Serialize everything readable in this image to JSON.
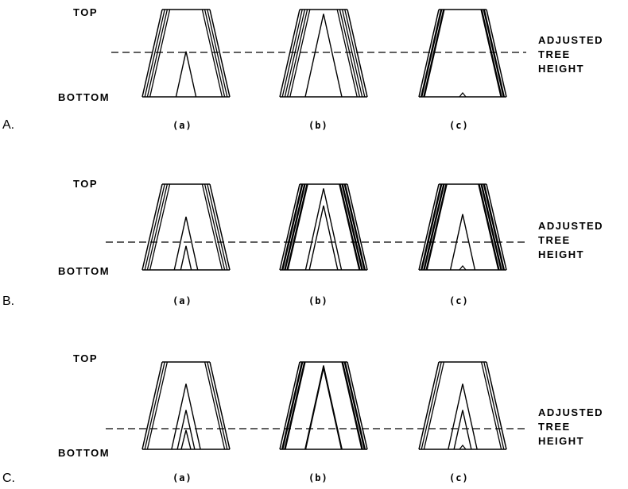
{
  "rows": [
    {
      "label": "A.",
      "top": "TOP",
      "bottom": "BOTTOM",
      "adjusted": [
        "ADJUSTED",
        "TREE",
        "HEIGHT"
      ],
      "panels": [
        {
          "caption": "(a)",
          "side_lines": 4,
          "thick": false,
          "cones": [
            0.52
          ],
          "bump": false
        },
        {
          "caption": "(b)",
          "side_lines": 5,
          "thick": false,
          "cones": [
            0.95
          ],
          "bump": false
        },
        {
          "caption": "(c)",
          "side_lines": 3,
          "thick": true,
          "cones": [],
          "bump": true
        }
      ]
    },
    {
      "label": "B.",
      "top": "TOP",
      "bottom": "BOTTOM",
      "adjusted": [
        "ADJUSTED",
        "TREE",
        "HEIGHT"
      ],
      "panels": [
        {
          "caption": "(a)",
          "side_lines": 4,
          "thick": false,
          "cones": [
            0.28,
            0.62
          ],
          "bump": false
        },
        {
          "caption": "(b)",
          "side_lines": 4,
          "thick": true,
          "cones": [
            0.75,
            0.95
          ],
          "bump": false
        },
        {
          "caption": "(c)",
          "side_lines": 4,
          "thick": true,
          "cones": [
            0.65
          ],
          "bump": true
        }
      ]
    },
    {
      "label": "C.",
      "top": "TOP",
      "bottom": "BOTTOM",
      "adjusted": [
        "ADJUSTED",
        "TREE",
        "HEIGHT"
      ],
      "panels": [
        {
          "caption": "(a)",
          "side_lines": 3,
          "thick": false,
          "cones": [
            0.22,
            0.45,
            0.75
          ],
          "bump": false
        },
        {
          "caption": "(b)",
          "side_lines": 3,
          "thick": true,
          "cones": [
            0.93,
            0.96
          ],
          "bump": false
        },
        {
          "caption": "(c)",
          "side_lines": 3,
          "thick": false,
          "cones": [
            0.45,
            0.75
          ],
          "bump": true
        }
      ]
    }
  ]
}
